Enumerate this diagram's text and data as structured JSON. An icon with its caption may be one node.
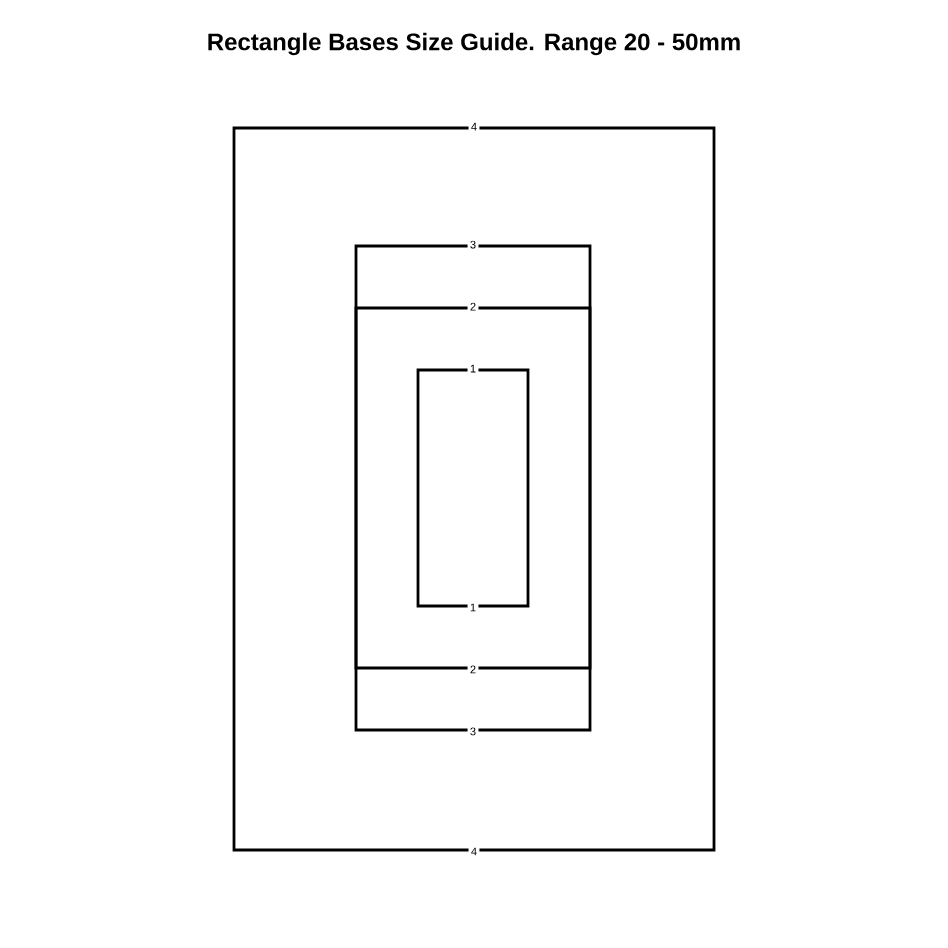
{
  "diagram": {
    "title": "Rectangle Bases Size Guide. Range 20 - 50mm",
    "nodes": [
      {
        "text": [
          "4",
          "4"
        ]
      },
      {
        "text": [
          "3",
          "3"
        ],
        "in": 0
      },
      {
        "text": [
          "2",
          "2"
        ],
        "in": 1
      },
      {
        "text": [
          "1",
          "1"
        ],
        "in": 2
      }
    ]
  }
}
